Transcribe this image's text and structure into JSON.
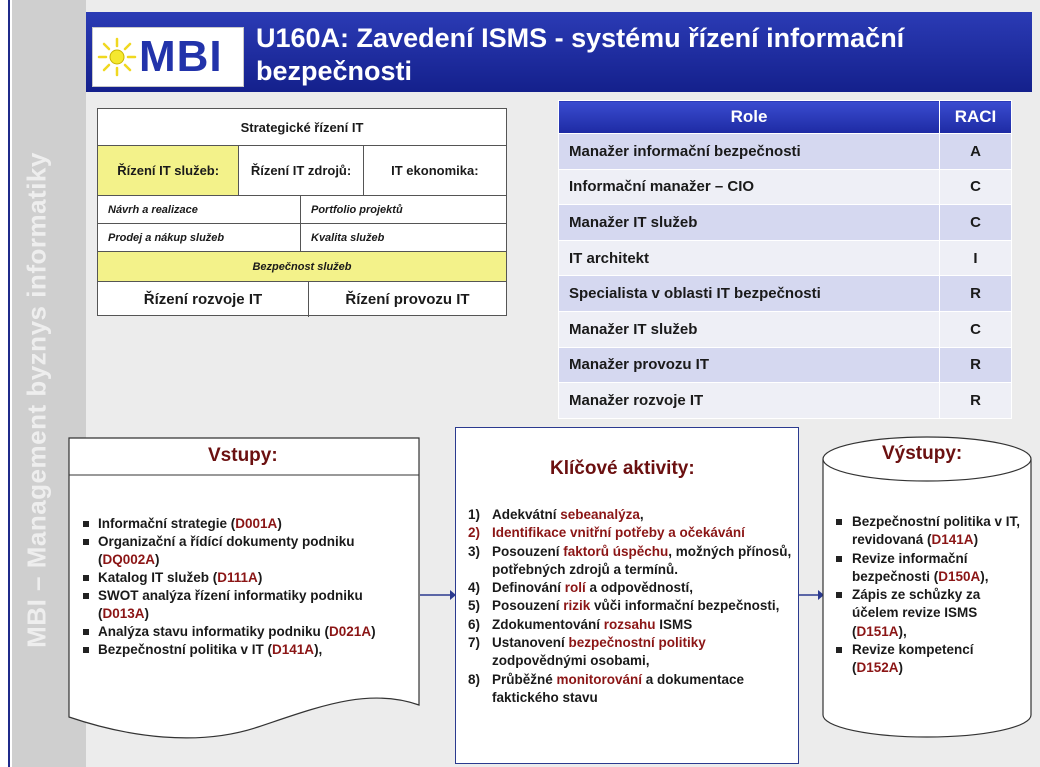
{
  "sidebar": {
    "text": "MBI – Management byznys informatiky"
  },
  "logo": {
    "text": "MBI"
  },
  "header": {
    "title": "U160A: Zavedení ISMS - systému řízení informační bezpečnosti"
  },
  "structure": {
    "top": "Strategické řízení IT",
    "row2": [
      "Řízení IT služeb:",
      "Řízení IT zdrojů:",
      "IT ekonomika:"
    ],
    "row3": [
      "Návrh a realizace",
      "Portfolio projektů"
    ],
    "row4": [
      "Prodej a nákup služeb",
      "Kvalita služeb"
    ],
    "highlight": "Bezpečnost služeb",
    "bottom": [
      "Řízení rozvoje IT",
      "Řízení provozu IT"
    ]
  },
  "raci_table": {
    "headers": [
      "Role",
      "RACI"
    ],
    "rows": [
      {
        "role": "Manažer informační bezpečnosti",
        "raci": "A"
      },
      {
        "role": "Informační manažer – CIO",
        "raci": "C"
      },
      {
        "role": "Manažer IT služeb",
        "raci": "C"
      },
      {
        "role": "IT architekt",
        "raci": "I"
      },
      {
        "role": "Specialista v oblasti IT bezpečnosti",
        "raci": "R"
      },
      {
        "role": "Manažer IT služeb",
        "raci": "C"
      },
      {
        "role": "Manažer provozu IT",
        "raci": "R"
      },
      {
        "role": "Manažer rozvoje IT",
        "raci": "R"
      }
    ]
  },
  "inputs": {
    "title": "Vstupy:",
    "items": [
      {
        "text": "Informační strategie (",
        "code": "D001A",
        "after": ")"
      },
      {
        "text": "Organizační a řídící dokumenty podniku (",
        "code": "DQ002A",
        "after": ")"
      },
      {
        "text": "Katalog IT služeb (",
        "code": "D111A",
        "after": ")"
      },
      {
        "text": "SWOT analýza řízení informatiky podniku (",
        "code": "D013A",
        "after": ")"
      },
      {
        "text": "Analýza stavu informatiky podniku (",
        "code": "D021A",
        "after": ")"
      },
      {
        "text": "Bezpečnostní politika v IT (",
        "code": "D141A",
        "after": "),"
      }
    ]
  },
  "activities": {
    "title": "Klíčové aktivity:",
    "items": [
      {
        "num": "1)",
        "parts": [
          "Adekvátní ",
          "sebeanalýza",
          ","
        ]
      },
      {
        "num": "2)",
        "parts": [
          "",
          "Identifikace vnitřní potřeby",
          " a očekávání"
        ]
      },
      {
        "num": "3)",
        "parts": [
          "Posouzení ",
          "faktorů úspěchu",
          ", možných přínosů, potřebných zdrojů a termínů."
        ]
      },
      {
        "num": "4)",
        "parts": [
          "Definování ",
          "rolí",
          " a odpovědností,"
        ]
      },
      {
        "num": "5)",
        "parts": [
          "Posouzení ",
          "rizik",
          " vůči informační bezpečnosti,"
        ]
      },
      {
        "num": "6)",
        "parts": [
          "Zdokumentování ",
          "rozsahu",
          " ISMS"
        ]
      },
      {
        "num": "7)",
        "parts": [
          "Ustanovení ",
          "bezpečnostní politiky",
          " zodpovědnými osobami,"
        ]
      },
      {
        "num": "8)",
        "parts": [
          "Průběžné ",
          "monitorování",
          " a dokumentace faktického stavu"
        ]
      }
    ]
  },
  "outputs": {
    "title": "Výstupy:",
    "items": [
      {
        "text": "Bezpečnostní politika v IT, revidovaná (",
        "code": "D141A",
        "after": ")"
      },
      {
        "text": "Revize informační bezpečnosti (",
        "code": "D150A",
        "after": "),"
      },
      {
        "text": "Zápis ze schůzky za účelem revize ISMS (",
        "code": "D151A",
        "after": "),"
      },
      {
        "text": "Revize kompetencí (",
        "code": "D152A",
        "after": ")"
      }
    ]
  }
}
